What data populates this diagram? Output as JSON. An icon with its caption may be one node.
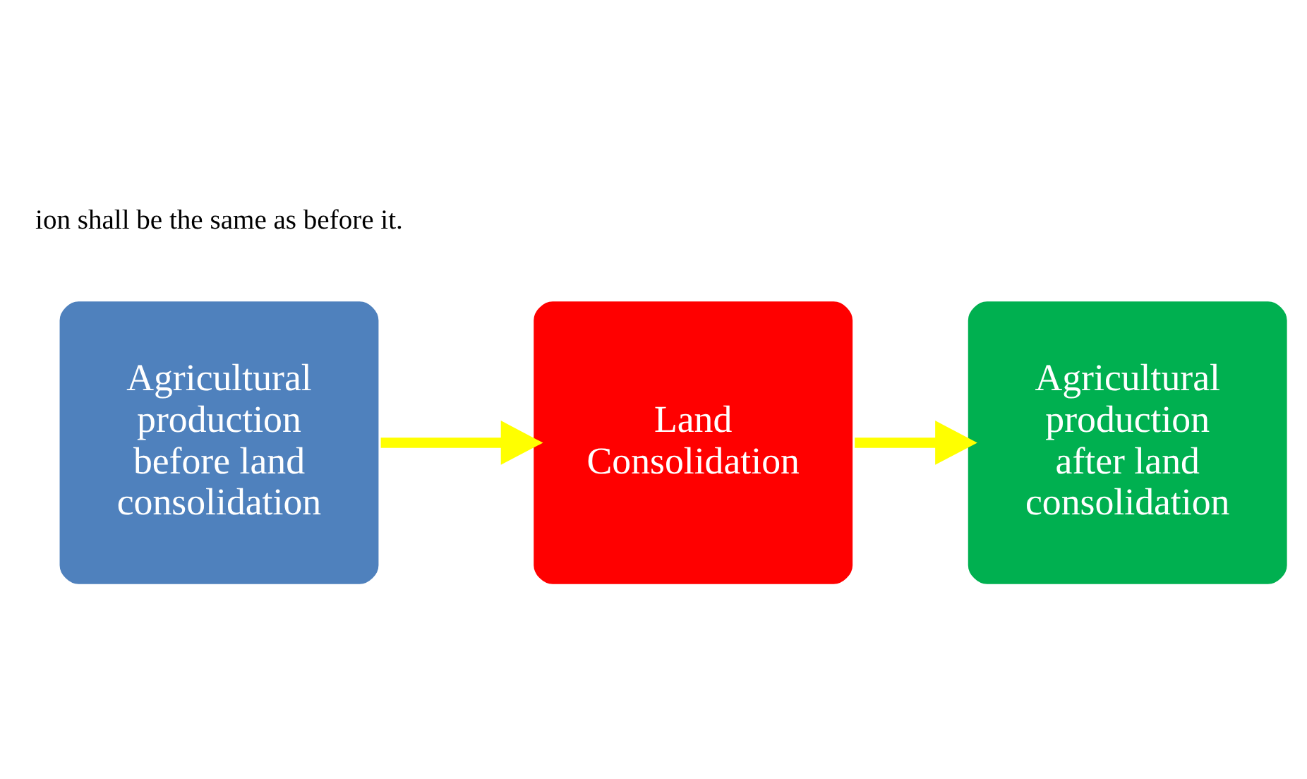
{
  "diagram": {
    "nodes": [
      {
        "text": [
          "Agricultural production before land consolidation"
        ]
      },
      {
        "text": [
          "Land Consolidation"
        ]
      },
      {
        "text": [
          "Agricultural production after land consolidation"
        ]
      }
    ],
    "edges": [
      {
        "from": 0,
        "to": 1,
        "arrow": "to",
        "color": "#ffff00"
      },
      {
        "from": 1,
        "to": 2,
        "arrow": "to",
        "color": "#ffff00"
      }
    ],
    "labels": [
      "ion shall be the same as before it."
    ]
  }
}
